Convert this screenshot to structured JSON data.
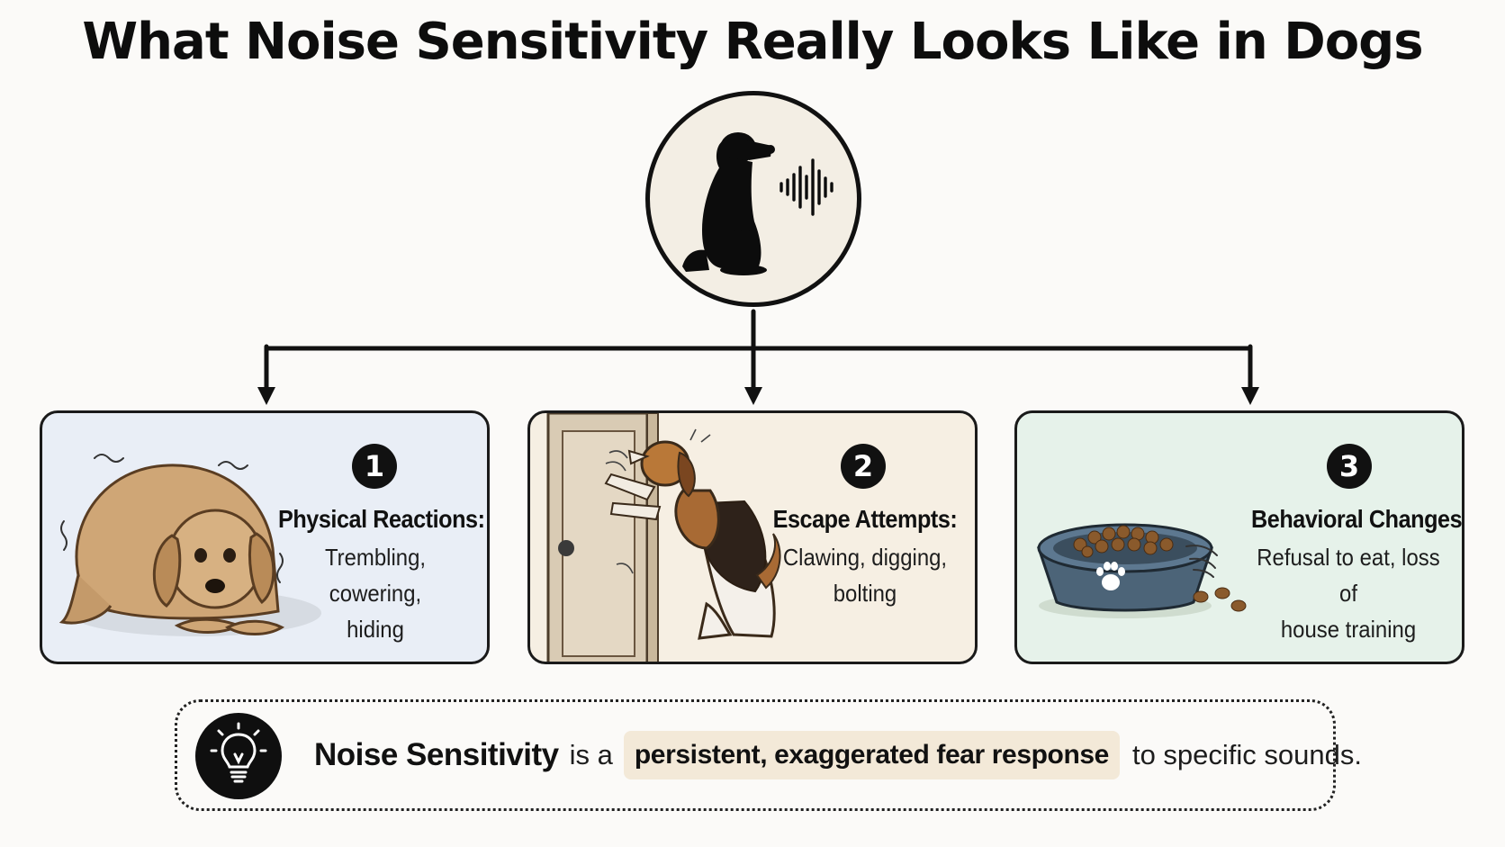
{
  "title": "What Noise Sensitivity Really Looks Like in Dogs",
  "hub": {
    "icon": "dog-sound-wave-icon"
  },
  "cards": [
    {
      "number": "1",
      "title": "Physical Reactions:",
      "lines": [
        "Trembling, cowering,",
        "hiding"
      ],
      "icon": "trembling-dog-illustration",
      "background": "#e9eef6"
    },
    {
      "number": "2",
      "title": "Escape Attempts:",
      "lines": [
        "Clawing, digging,",
        "bolting"
      ],
      "icon": "dog-scratching-door-illustration",
      "background": "#f6efe3"
    },
    {
      "number": "3",
      "title": "Behavioral Changes:",
      "lines": [
        "Refusal to eat, loss of",
        "house training"
      ],
      "icon": "food-bowl-illustration",
      "background": "#e6f2ea"
    }
  ],
  "callout": {
    "icon": "lightbulb-icon",
    "term": "Noise Sensitivity",
    "mid": "is a",
    "highlight": "persistent, exaggerated fear response",
    "end": "to specific sounds.",
    "highlight_color": "#f3e9d8"
  }
}
